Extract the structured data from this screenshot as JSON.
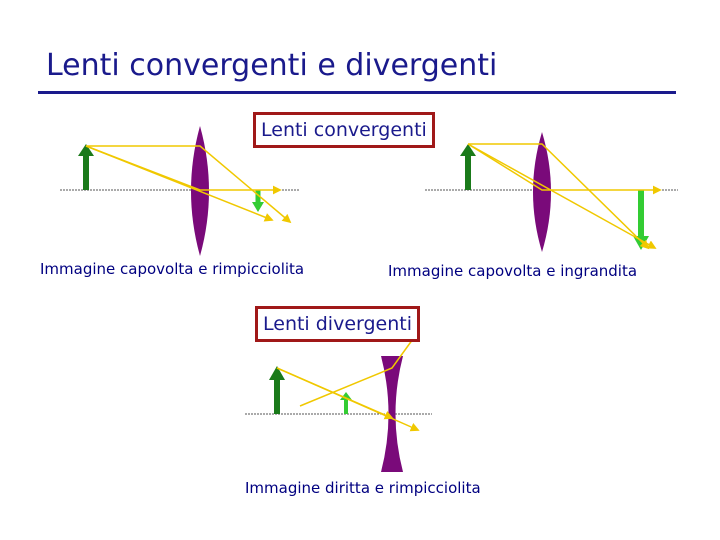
{
  "slide": {
    "title": "Lenti convergenti e divergenti"
  },
  "labels": {
    "converging": "Lenti convergenti",
    "diverging": "Lenti divergenti"
  },
  "captions": {
    "diagram1": "Immagine capovolta e rimpicciolita",
    "diagram2": "Immagine capovolta e ingrandita",
    "diagram3": "Immagine diritta e rimpicciolita"
  },
  "colors": {
    "title": "#1a1a8c",
    "rule": "#1a1a8c",
    "box_border": "#a01818",
    "lens": "#7a0a7a",
    "object_arrow": "#1a7a1a",
    "image_arrow": "#33cc33",
    "ray": "#f0c800",
    "axis": "#555555"
  }
}
